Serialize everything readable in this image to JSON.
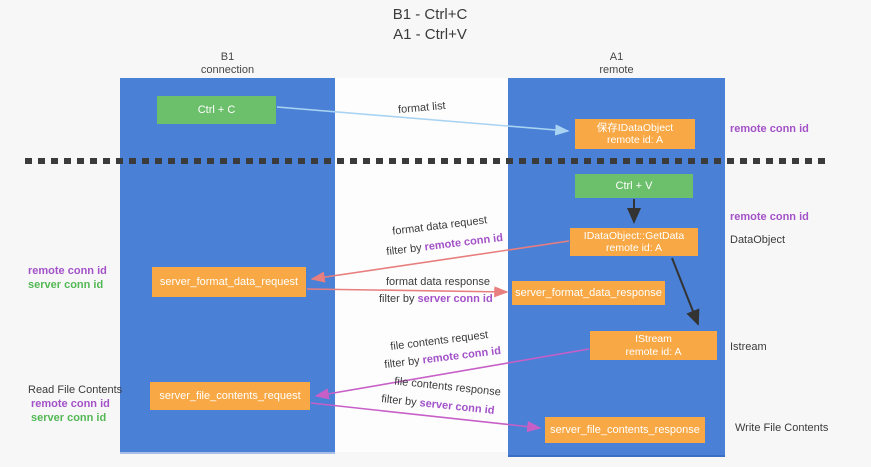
{
  "title": {
    "line1": "B1 - Ctrl+C",
    "line2": "A1 - Ctrl+V"
  },
  "lanes": {
    "left": {
      "name": "B1",
      "role": "connection"
    },
    "right": {
      "name": "A1",
      "role": "remote"
    }
  },
  "boxes": {
    "ctrl_c": "Ctrl + C",
    "ctrl_v": "Ctrl + V",
    "save_dataobject_line1": "保存IDataObject",
    "save_dataobject_line2": "remote id: A",
    "getdata_line1": "IDataObject::GetData",
    "getdata_line2": "remote id: A",
    "istream_line1": "IStream",
    "istream_line2": "remote id: A",
    "format_request": "server_format_data_request",
    "format_response": "server_format_data_response",
    "file_request": "server_file_contents_request",
    "file_response": "server_file_contents_response"
  },
  "labels": {
    "format_list": "format list",
    "format_data_request": "format data request",
    "format_data_response": "format data response",
    "file_contents_request": "file contents request",
    "file_contents_response": "file contents response",
    "filter_by": "filter by",
    "remote_conn_id": "remote conn id",
    "server_conn_id": "server conn id",
    "dataobject": "DataObject",
    "istream": "Istream",
    "read_file_contents": "Read File Contents",
    "write_file_contents": "Write File Contents"
  },
  "colors": {
    "lane_blue": "#4a80d6",
    "box_orange": "#f8a844",
    "box_green": "#6cbf6b",
    "arrow_blue": "#a9d3f2",
    "arrow_red": "#e87e7e",
    "arrow_magenta": "#c75fc7",
    "arrow_black": "#333333",
    "text_purple": "#a352c8",
    "text_green": "#53b853",
    "divider_dark": "#3b3b3b"
  }
}
